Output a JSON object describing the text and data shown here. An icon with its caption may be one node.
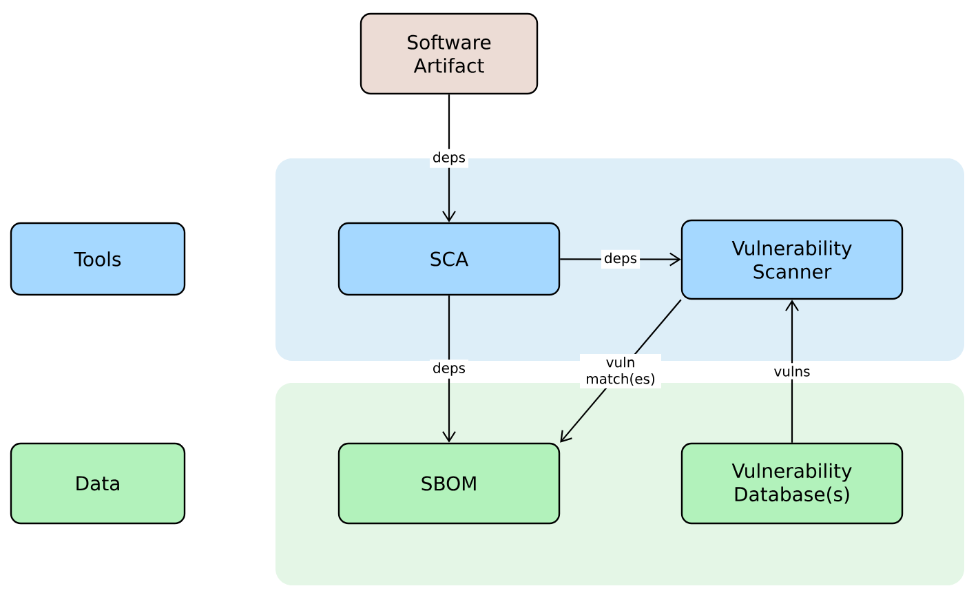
{
  "diagram": {
    "nodes": [
      {
        "text": [
          "Software Artifact"
        ]
      },
      {
        "text": [
          "Tools"
        ]
      },
      {
        "text": [],
        "shape": "box"
      },
      {
        "text": [
          "SCA"
        ],
        "in": 2
      },
      {
        "text": [
          "Vulnerability Scanner"
        ],
        "in": 2
      },
      {
        "text": [
          "Data"
        ]
      },
      {
        "text": [],
        "shape": "box"
      },
      {
        "text": [
          "SBOM"
        ],
        "in": 6
      },
      {
        "text": [
          "Vulnerability Database(s)"
        ],
        "in": 6
      }
    ],
    "edges": [
      {
        "from": 0,
        "to": 3,
        "arrow": "to",
        "label": "deps"
      },
      {
        "from": 3,
        "to": 4,
        "arrow": "to",
        "label": "deps"
      },
      {
        "from": 3,
        "to": 7,
        "arrow": "to",
        "label": "deps"
      },
      {
        "from": 4,
        "to": 7,
        "arrow": "to",
        "label": "vuln match(es)"
      },
      {
        "from": 8,
        "to": 4,
        "arrow": "to",
        "label": "vulns"
      }
    ]
  }
}
